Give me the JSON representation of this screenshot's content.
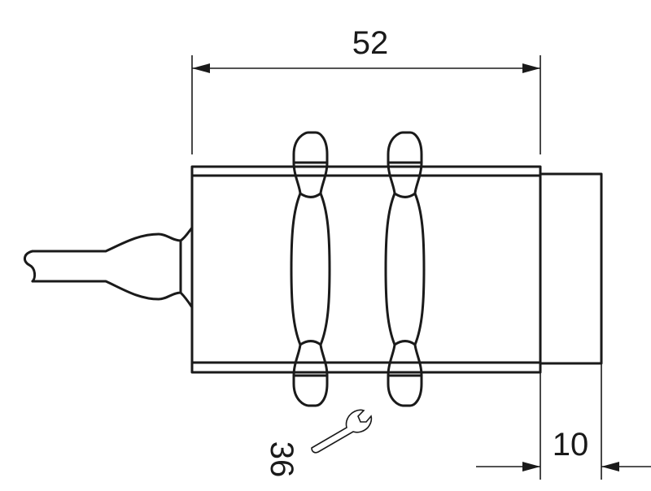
{
  "dimensions": {
    "overall_length": "52",
    "sensing_face_length": "10",
    "wrench_size": "36"
  },
  "icons": [
    "wrench-icon"
  ]
}
